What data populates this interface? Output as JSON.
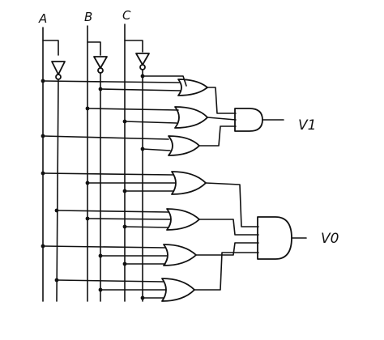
{
  "inputs": {
    "a": "A",
    "b": "B",
    "c": "C"
  },
  "outputs": {
    "v1": "V1",
    "v0": "V0"
  }
}
